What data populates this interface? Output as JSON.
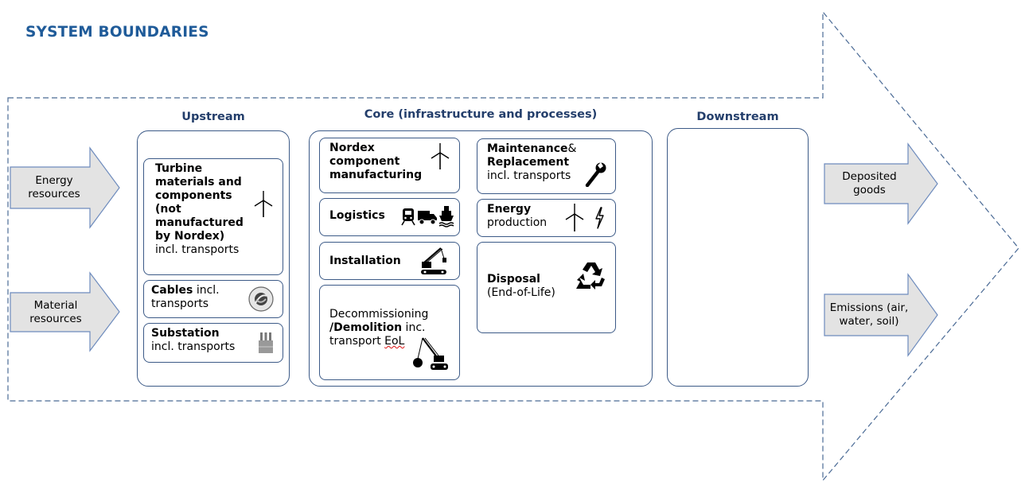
{
  "title": "SYSTEM BOUNDARIES",
  "sections": {
    "upstream": "Upstream",
    "core": "Core (infrastructure and processes)",
    "downstream": "Downstream"
  },
  "inputs": {
    "energy": [
      "Energy",
      "resources"
    ],
    "material": [
      "Material",
      "resources"
    ]
  },
  "outputs": {
    "deposited": [
      "Deposited",
      "goods"
    ],
    "emissions": [
      "Emissions (air,",
      "water, soil)"
    ]
  },
  "upstream": {
    "turbine": {
      "bold": [
        "Turbine",
        "materials and",
        "components",
        "(not",
        "manufactured",
        "by Nordex)"
      ],
      "normal": "incl. transports"
    },
    "cables": {
      "bold": "Cables",
      "normal1": " incl.",
      "normal2": "transports"
    },
    "substation": {
      "bold": "Substation",
      "normal": "incl. transports"
    }
  },
  "core": {
    "nordex": [
      "Nordex",
      "component",
      "manufacturing"
    ],
    "logistics": "Logistics",
    "installation": "Installation",
    "decommissioning": {
      "line1": "Decommissioning",
      "bold": "/Demolition",
      "line2_rest": " inc.",
      "line3": "transport ",
      "line3_wavy": "EoL"
    },
    "maintenance": {
      "bold1": "Maintenance",
      "amp": "&",
      "bold2": "Replacement",
      "normal": "incl. transports"
    },
    "energy": {
      "bold": "Energy",
      "normal": "production"
    },
    "disposal": {
      "bold": "Disposal",
      "normal": "(End-of-Life)"
    }
  },
  "colors": {
    "title": "#1f5b99",
    "heading": "#233e6b",
    "border": "#3c5a87",
    "dashed": "#4a6a95",
    "arrow_fill": "#e3e3e3",
    "arrow_stroke": "#6d8bbd"
  },
  "icons": [
    "wind-turbine-icon",
    "cable-reel-icon",
    "substation-icon",
    "train-icon",
    "truck-icon",
    "ship-icon",
    "crane-icon",
    "demolition-crane-icon",
    "wrench-icon",
    "lightning-icon",
    "recycle-icon"
  ]
}
